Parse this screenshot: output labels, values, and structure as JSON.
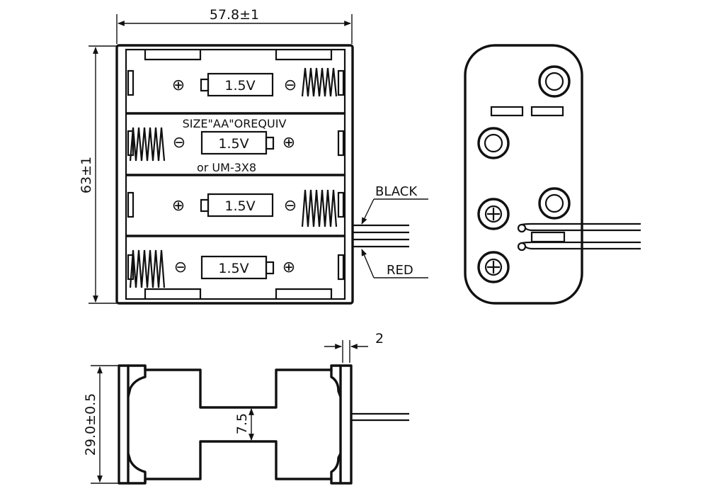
{
  "dimensions": {
    "width": "57.8±1",
    "height": "63±1",
    "depth": "29.0±0.5",
    "gap": "7.5",
    "wall": "2"
  },
  "cells": {
    "voltage": "1.5V",
    "plus_symbol": "⊕",
    "minus_symbol": "⊖"
  },
  "size_note": {
    "line1": "SIZE\"AA\"OREQUIV",
    "line2": "or UM-3X8"
  },
  "wires": {
    "black": "BLACK",
    "red": "RED"
  }
}
